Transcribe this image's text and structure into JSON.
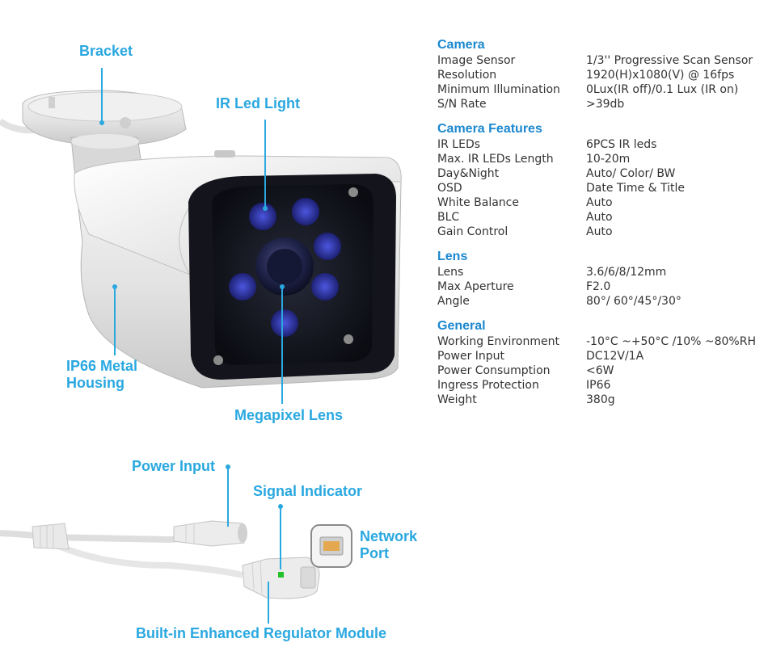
{
  "callouts": {
    "bracket": "Bracket",
    "ir_led_light": "IR Led Light",
    "housing_line1": "IP66 Metal",
    "housing_line2": "Housing",
    "megapixel_lens": "Megapixel Lens",
    "power_input": "Power Input",
    "signal_indicator": "Signal Indicator",
    "network_line1": "Network",
    "network_line2": "Port",
    "regulator_module": "Built-in Enhanced Regulator Module"
  },
  "specs": {
    "camera": {
      "title": "Camera",
      "rows": [
        {
          "k": "Image Sensor",
          "v": "1/3'' Progressive Scan Sensor"
        },
        {
          "k": "Resolution",
          "v": "1920(H)x1080(V) @ 16fps"
        },
        {
          "k": "Minimum Illumination",
          "v": "0Lux(IR off)/0.1 Lux (IR on)"
        },
        {
          "k": "S/N Rate",
          "v": ">39db"
        }
      ]
    },
    "features": {
      "title": "Camera Features",
      "rows": [
        {
          "k": "IR LEDs",
          "v": "6PCS IR leds"
        },
        {
          "k": "Max. IR LEDs Length",
          "v": "10-20m"
        },
        {
          "k": "Day&Night",
          "v": "Auto/ Color/ BW"
        },
        {
          "k": "OSD",
          "v": "Date Time & Title"
        },
        {
          "k": "White Balance",
          "v": "Auto"
        },
        {
          "k": "BLC",
          "v": "Auto"
        },
        {
          "k": "Gain Control",
          "v": "Auto"
        }
      ]
    },
    "lens": {
      "title": "Lens",
      "rows": [
        {
          "k": "Lens",
          "v": "3.6/6/8/12mm"
        },
        {
          "k": "Max Aperture",
          "v": "F2.0"
        },
        {
          "k": "Angle",
          "v": "80°/ 60°/45°/30°"
        }
      ]
    },
    "general": {
      "title": "General",
      "rows": [
        {
          "k": "Working Environment",
          "v": "-10°C ~+50°C /10% ~80%RH"
        },
        {
          "k": "Power Input",
          "v": "DC12V/1A"
        },
        {
          "k": "Power Consumption",
          "v": "<6W"
        },
        {
          "k": "Ingress Protection",
          "v": "IP66"
        },
        {
          "k": "Weight",
          "v": "380g"
        }
      ]
    }
  },
  "colors": {
    "callout": "#2aa8e0",
    "section_title": "#1b88cf",
    "ir_led": "#3a44c8",
    "signal_led": "#22c22a"
  }
}
